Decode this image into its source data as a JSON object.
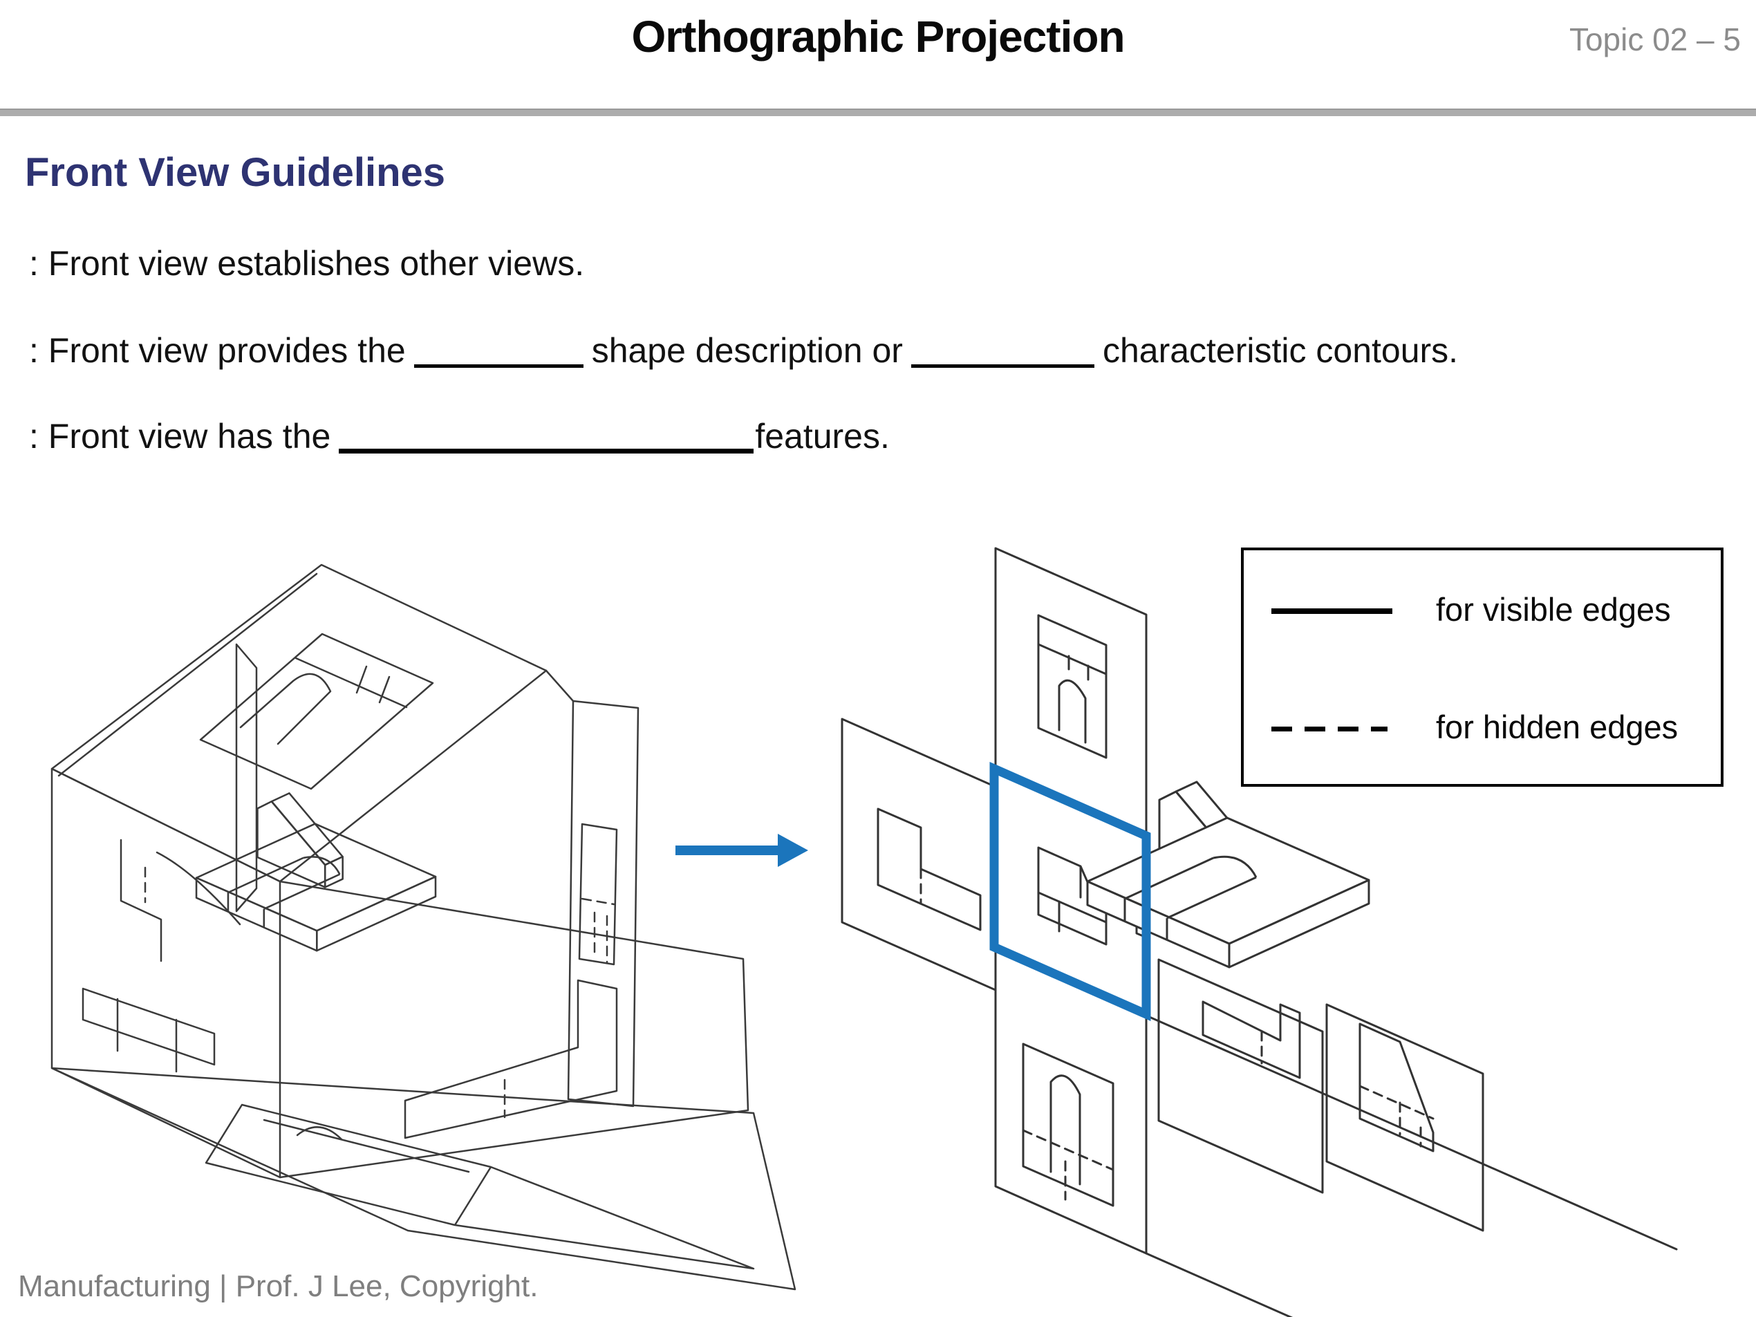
{
  "header": {
    "title": "Orthographic Projection",
    "topic": "Topic 02 – 5"
  },
  "heading": "Front View Guidelines",
  "bullets": {
    "b1": ": Front view establishes other views.",
    "b2": {
      "p1": ": Front view provides the",
      "p2": "shape description or",
      "p3": "characteristic contours."
    },
    "b3": {
      "p1": ": Front view has the",
      "p2": "features."
    }
  },
  "legend": {
    "visible_label": "for visible edges",
    "hidden_label": "for hidden edges"
  },
  "diagrams": {
    "left_description": "glass-box with orthographic projections",
    "right_description": "unfolded projection planes with highlighted front view",
    "highlight": "front view plane"
  },
  "colors": {
    "accent_blue": "#1b75bc",
    "heading_navy": "#2e3372",
    "diagram_line": "#333333",
    "gray_text": "#8c8c8c",
    "rule_gray": "#acacac"
  },
  "footer": "Manufacturing | Prof. J Lee, Copyright."
}
